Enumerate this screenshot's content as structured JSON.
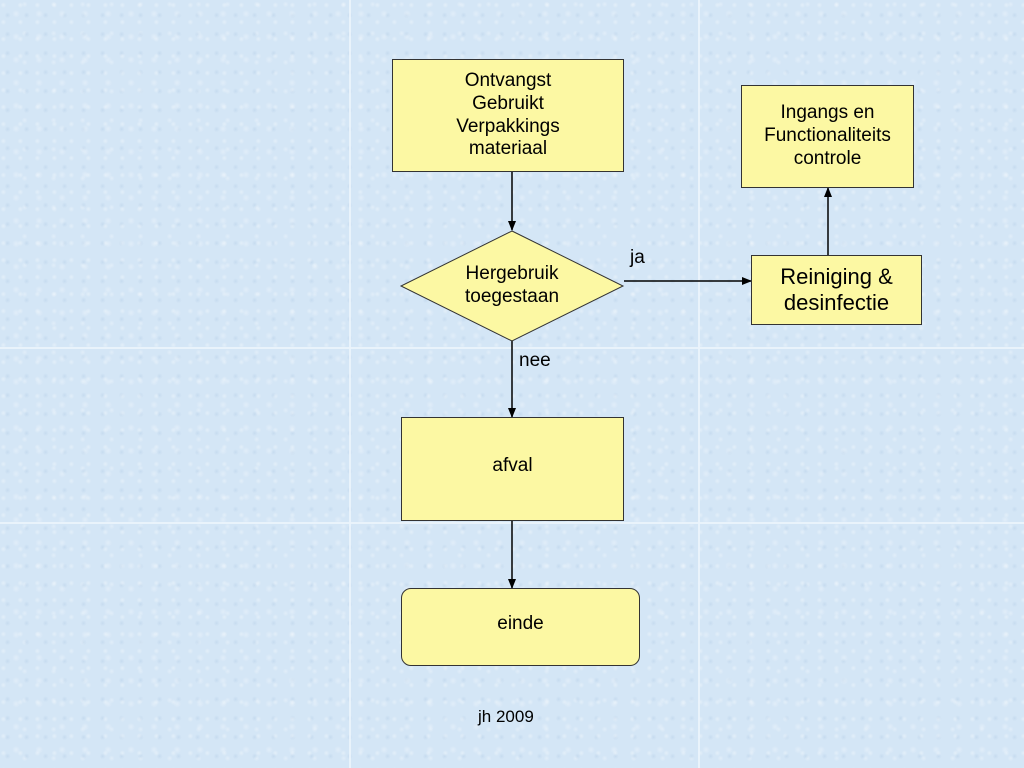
{
  "nodes": {
    "receipt": "Ontvangst\nGebruikt\nVerpakkings\nmateriaal",
    "reuse_decision": "Hergebruik\ntoegestaan",
    "cleaning": "Reiniging &\ndesinfectie",
    "inspection": "Ingangs en\nFunctionaliteits\ncontrole",
    "waste": "afval",
    "end": "einde"
  },
  "edges": {
    "yes_label": "ja",
    "no_label": "nee"
  },
  "footer": {
    "author_year": "jh 2009"
  },
  "colors": {
    "node_fill": "#fcf8a3",
    "background": "#d4e6f6",
    "stroke": "#000000"
  }
}
